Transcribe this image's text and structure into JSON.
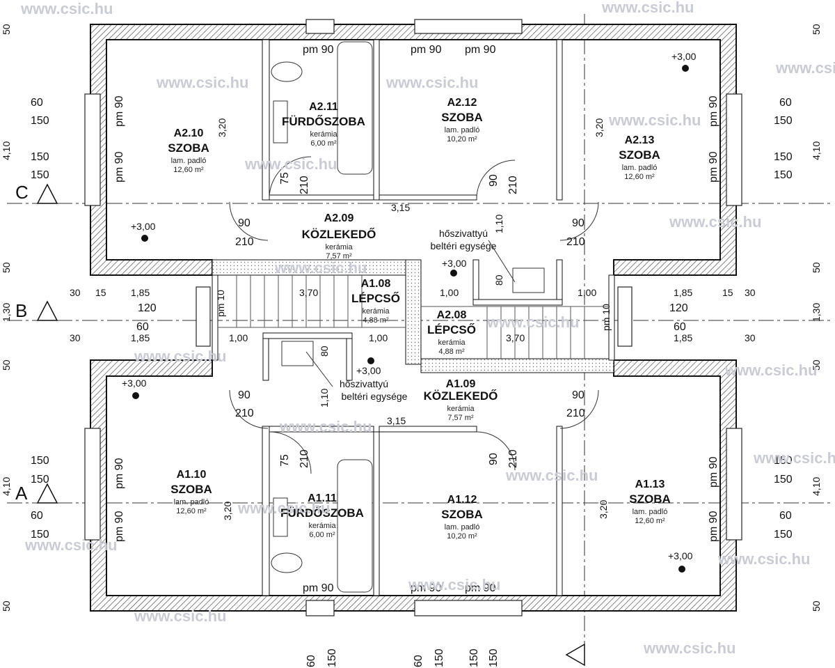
{
  "watermark": "www.csic.hu",
  "axes": {
    "a": "A",
    "b": "B",
    "c": "C"
  },
  "rooms": {
    "a210": {
      "id": "A2.10",
      "name": "SZOBA",
      "floor": "lam. padló",
      "area": "12,60 m²"
    },
    "a211": {
      "id": "A2.11",
      "name": "FÜRDŐSZOBA",
      "floor": "kerámia",
      "area": "6,00 m²"
    },
    "a212": {
      "id": "A2.12",
      "name": "SZOBA",
      "floor": "lam. padló",
      "area": "10,20 m²"
    },
    "a213": {
      "id": "A2.13",
      "name": "SZOBA",
      "floor": "lam. padló",
      "area": "12,60 m²"
    },
    "a209": {
      "id": "A2.09",
      "name": "KÖZLEKEDŐ",
      "floor": "kerámia",
      "area": "7,57 m²"
    },
    "a108": {
      "id": "A1.08",
      "name": "LÉPCSŐ",
      "floor": "kerámia",
      "area": "4,88 m²"
    },
    "a208": {
      "id": "A2.08",
      "name": "LÉPCSŐ",
      "floor": "kerámia",
      "area": "4,88 m²"
    },
    "a109": {
      "id": "A1.09",
      "name": "KÖZLEKEDŐ",
      "floor": "kerámia",
      "area": "7,57 m²"
    },
    "a110": {
      "id": "A1.10",
      "name": "SZOBA",
      "floor": "lam. padló",
      "area": "12,60 m²"
    },
    "a111": {
      "id": "A1.11",
      "name": "FÜRDŐSZOBA",
      "floor": "kerámia",
      "area": "6,00 m²"
    },
    "a112": {
      "id": "A1.12",
      "name": "SZOBA",
      "floor": "lam. padló",
      "area": "10,20 m²"
    },
    "a113": {
      "id": "A1.13",
      "name": "SZOBA",
      "floor": "lam. padló",
      "area": "12,60 m²"
    }
  },
  "heat_pump": {
    "line1": "hőszivattyú",
    "line2": "beltéri egysége"
  },
  "levels": {
    "plus300": "+3,00"
  },
  "dims": {
    "d60": "60",
    "d150": "150",
    "d120": "120",
    "d50": "50",
    "d410": "4,10",
    "d130": "1,30",
    "d320": "3,20",
    "d315": "3,15",
    "d370": "3,70",
    "d185": "1,85",
    "d30": "30",
    "d15": "15",
    "d10": "10",
    "d75": "75",
    "d90": "90",
    "d210": "210",
    "d100": "1,00",
    "d80": "80",
    "d110": "1,10",
    "pm90": "pm 90",
    "pm10": "pm 10"
  }
}
